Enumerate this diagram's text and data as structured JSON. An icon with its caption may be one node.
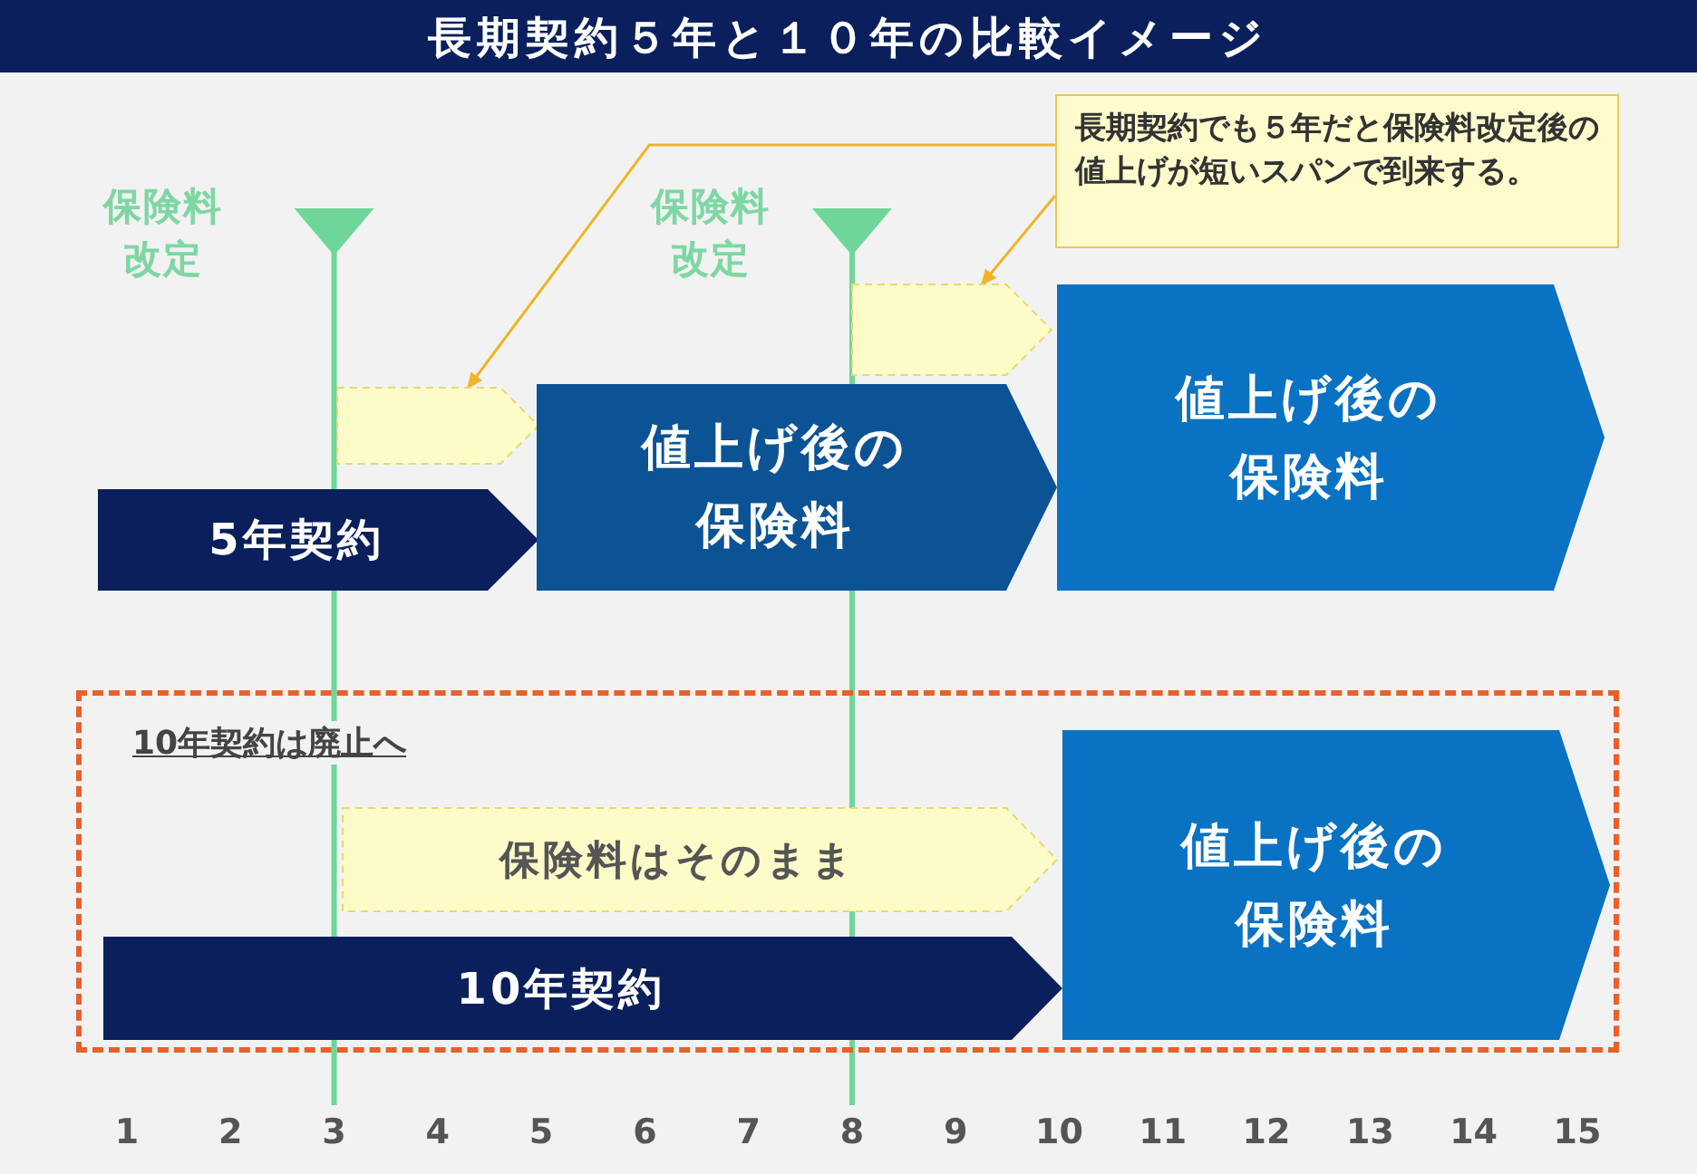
{
  "diagram": {
    "title": "長期契約５年と１０年の比較イメージ",
    "nodes": [
      {
        "text": [
          "長期契約でも５年だと保険料改定後の値上げが短いスパンで到来する。"
        ]
      },
      {
        "text": [
          "5年契約"
        ]
      },
      {
        "text": [],
        "shape": "pentagon"
      },
      {
        "text": [
          "値上げ後の保険料"
        ]
      },
      {
        "text": [],
        "shape": "pentagon"
      },
      {
        "text": [
          "値上げ後の保険料"
        ]
      },
      {
        "text": [
          "10年契約は廃止へ"
        ]
      },
      {
        "text": [
          "保険料はそのまま"
        ],
        "in": 6
      },
      {
        "text": [
          "10年契約"
        ],
        "in": 6
      },
      {
        "text": [
          "値上げ後の保険料"
        ],
        "in": 6
      }
    ],
    "edges": [
      {
        "from": 0,
        "to": 2,
        "arrow": "to"
      },
      {
        "from": 0,
        "to": 4,
        "arrow": "to"
      }
    ],
    "labels": [
      "保険料改定",
      "保険料改定",
      "1",
      "2",
      "3",
      "4",
      "5",
      "6",
      "7",
      "8",
      "9",
      "10",
      "11",
      "12",
      "13",
      "14",
      "15"
    ]
  }
}
